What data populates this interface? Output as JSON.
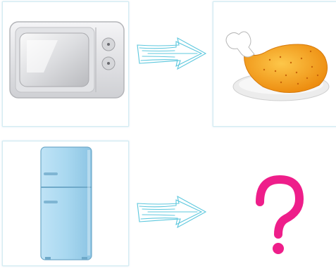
{
  "puzzle": {
    "row1": {
      "source": "microwave-oven",
      "result": "roast-chicken-leg"
    },
    "row2": {
      "source": "refrigerator",
      "result": "unknown"
    }
  },
  "colors": {
    "card_border": "#d4ecf3",
    "arrow_stroke": "#5ec8de",
    "question_mark": "#ee1e8a",
    "fridge_body": "#a9d8f0",
    "chicken_skin": "#f5a21b"
  }
}
